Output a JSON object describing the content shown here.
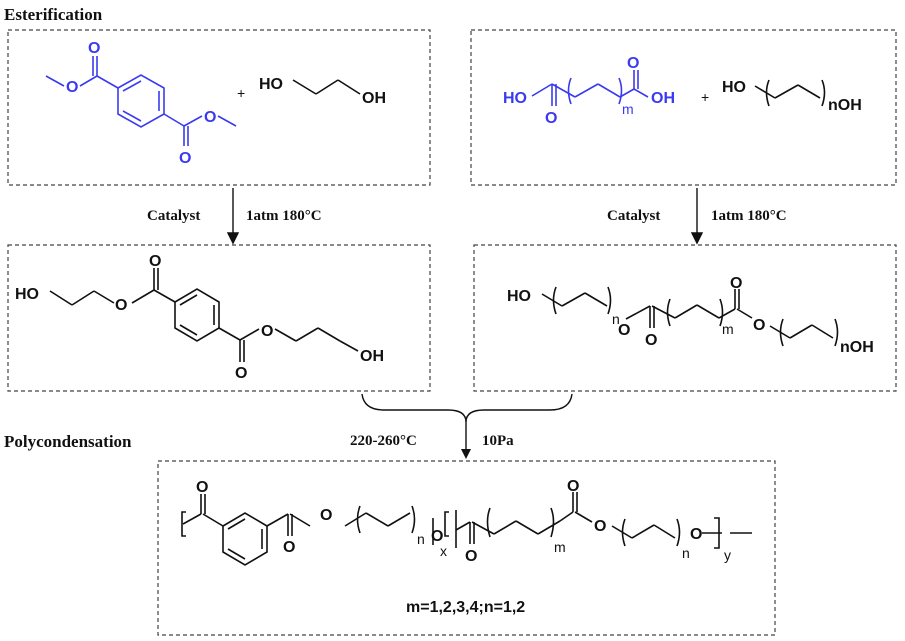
{
  "sections": {
    "esterification": "Esterification",
    "polycondensation": "Polycondensation"
  },
  "conditions": {
    "left_catalyst": "Catalyst",
    "left_atm": "1atm 180°C",
    "right_catalyst": "Catalyst",
    "right_atm": "1atm 180°C",
    "poly_temp": "220-260°C",
    "poly_pressure": "10Pa"
  },
  "labels": {
    "plus": "+",
    "HO": "HO",
    "OH": "OH",
    "O": "O",
    "m": "m",
    "n": "n",
    "nOH": "nOH",
    "x": "x",
    "y": "y",
    "footnote": "m=1,2,3,4;n=1,2"
  },
  "colors": {
    "reagent_blue": "#3a3af0",
    "line": "#111111",
    "box_border": "#444444"
  }
}
